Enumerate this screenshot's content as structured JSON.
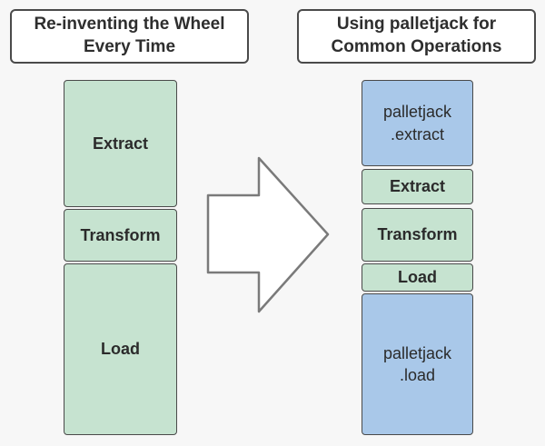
{
  "colors": {
    "background": "#f7f7f7",
    "green": "#c6e3d0",
    "blue": "#a9c8e9",
    "box_border": "#4a4a4a",
    "title_background": "#ffffff",
    "arrow_fill": "#ffffff",
    "arrow_outline": "#7a7a7a",
    "text": "#2b2b2b"
  },
  "left_panel": {
    "title": "Re-inventing the Wheel Every Time",
    "boxes": [
      {
        "label": "Extract",
        "color": "green"
      },
      {
        "label": "Transform",
        "color": "green"
      },
      {
        "label": "Load",
        "color": "green"
      }
    ]
  },
  "right_panel": {
    "title": "Using palletjack for Common Operations",
    "boxes": [
      {
        "label": "palletjack\n.extract",
        "color": "blue"
      },
      {
        "label": "Extract",
        "color": "green"
      },
      {
        "label": "Transform",
        "color": "green"
      },
      {
        "label": "Load",
        "color": "green"
      },
      {
        "label": "palletjack\n.load",
        "color": "blue"
      }
    ]
  },
  "arrow": {
    "direction": "right"
  }
}
